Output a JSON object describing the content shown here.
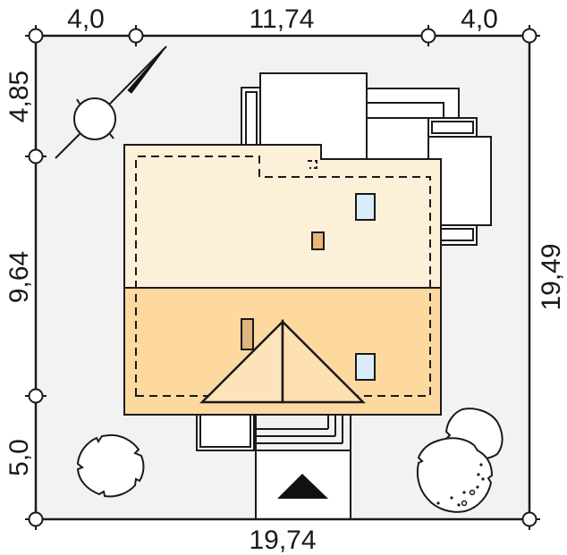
{
  "diagram": {
    "type": "site-plan",
    "colors": {
      "plot_fill": "#f2f2f3",
      "roof_upper": "#fdf0d8",
      "roof_lower": "#fdd9a0",
      "dormer_left": "#fde3bb",
      "dormer_right": "#fde0b0",
      "window": "#d8ecfa",
      "chimney": "#e8b57a",
      "line": "#1a1a1a"
    },
    "dimensions": {
      "top": [
        "4,0",
        "11,74",
        "4,0"
      ],
      "left": [
        "4,85",
        "9,64",
        "5,0"
      ],
      "right": "19,49",
      "bottom": "19,74"
    },
    "elements": {
      "north_arrow": "north-arrow",
      "entrance_marker": "entrance-triangle",
      "trees": [
        "tree-left",
        "tree-right-small",
        "tree-right-large"
      ]
    }
  }
}
